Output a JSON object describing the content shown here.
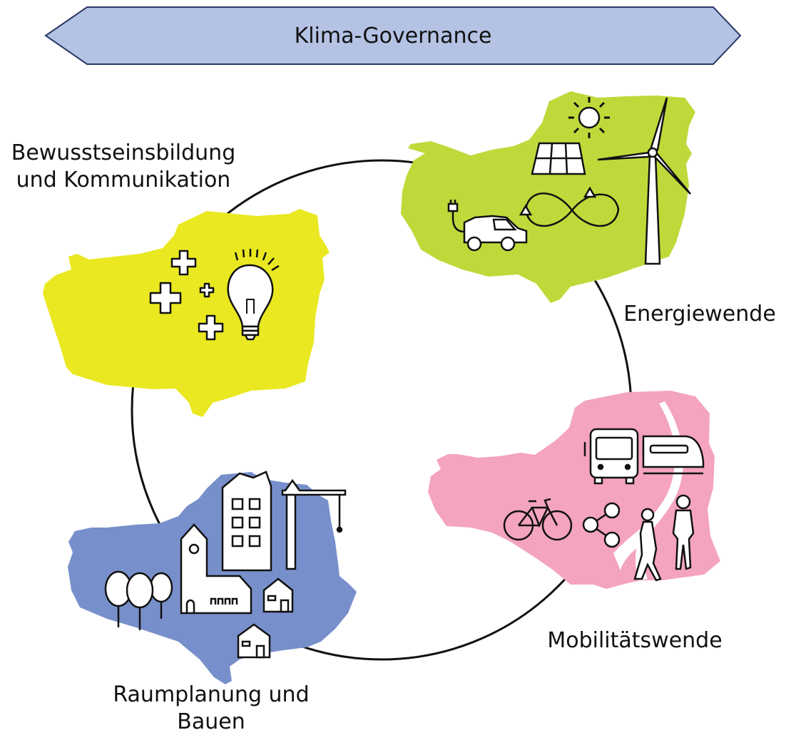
{
  "banner": {
    "title": "Klima-Governance",
    "color": "#b4c3e4"
  },
  "regions": [
    {
      "id": "awareness",
      "label_lines": [
        "Bewusstseinsbildung",
        "und Kommunikation"
      ],
      "color": "#eae821"
    },
    {
      "id": "energy",
      "label_lines": [
        "Energiewende"
      ],
      "color": "#c0d93a"
    },
    {
      "id": "mobility",
      "label_lines": [
        "Mobilitätswende"
      ],
      "color": "#f4a3c0"
    },
    {
      "id": "spatial",
      "label_lines": [
        "Raumplanung und Bauen"
      ],
      "color": "#7790cb"
    }
  ],
  "icons": {
    "awareness": [
      "plus-icon",
      "lightbulb-icon"
    ],
    "energy": [
      "sun-icon",
      "solar-panel-icon",
      "wind-turbine-icon",
      "electric-car-icon",
      "infinity-cycle-icon"
    ],
    "mobility": [
      "bus-icon",
      "train-icon",
      "bicycle-icon",
      "network-icon",
      "pedestrians-icon",
      "river-icon"
    ],
    "spatial": [
      "apartment-building-icon",
      "crane-icon",
      "church-icon",
      "trees-icon",
      "house-icon"
    ]
  }
}
